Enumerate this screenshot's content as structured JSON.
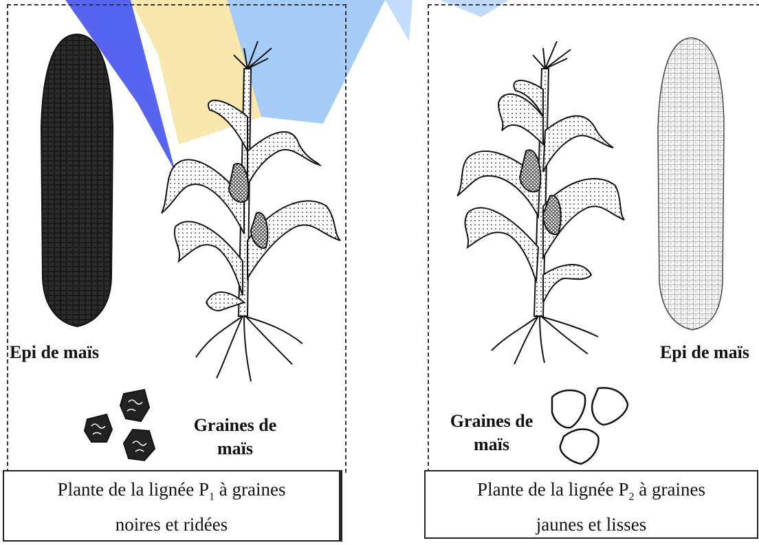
{
  "panel_left": {
    "ear_label": "Epi de maïs",
    "seeds_label_line1": "Graines de",
    "seeds_label_line2": "maïs",
    "caption_line1": "Plante de la lignée P",
    "caption_sub": "1",
    "caption_line1_end": " à graines",
    "caption_line2": "noires et ridées",
    "ear_color": "#1a1a1a"
  },
  "panel_right": {
    "ear_label": "Epi de maïs",
    "seeds_label_line1": "Graines de",
    "seeds_label_line2": "maïs",
    "caption_line1": "Plante de la lignée P",
    "caption_sub": "2",
    "caption_line1_end": " à graines",
    "caption_line2": "jaunes et lisses",
    "ear_color": "#f4f4f4"
  },
  "icons": [
    "corn-ear-icon",
    "corn-plant-icon",
    "wrinkled-seed-icon",
    "smooth-seed-icon"
  ]
}
